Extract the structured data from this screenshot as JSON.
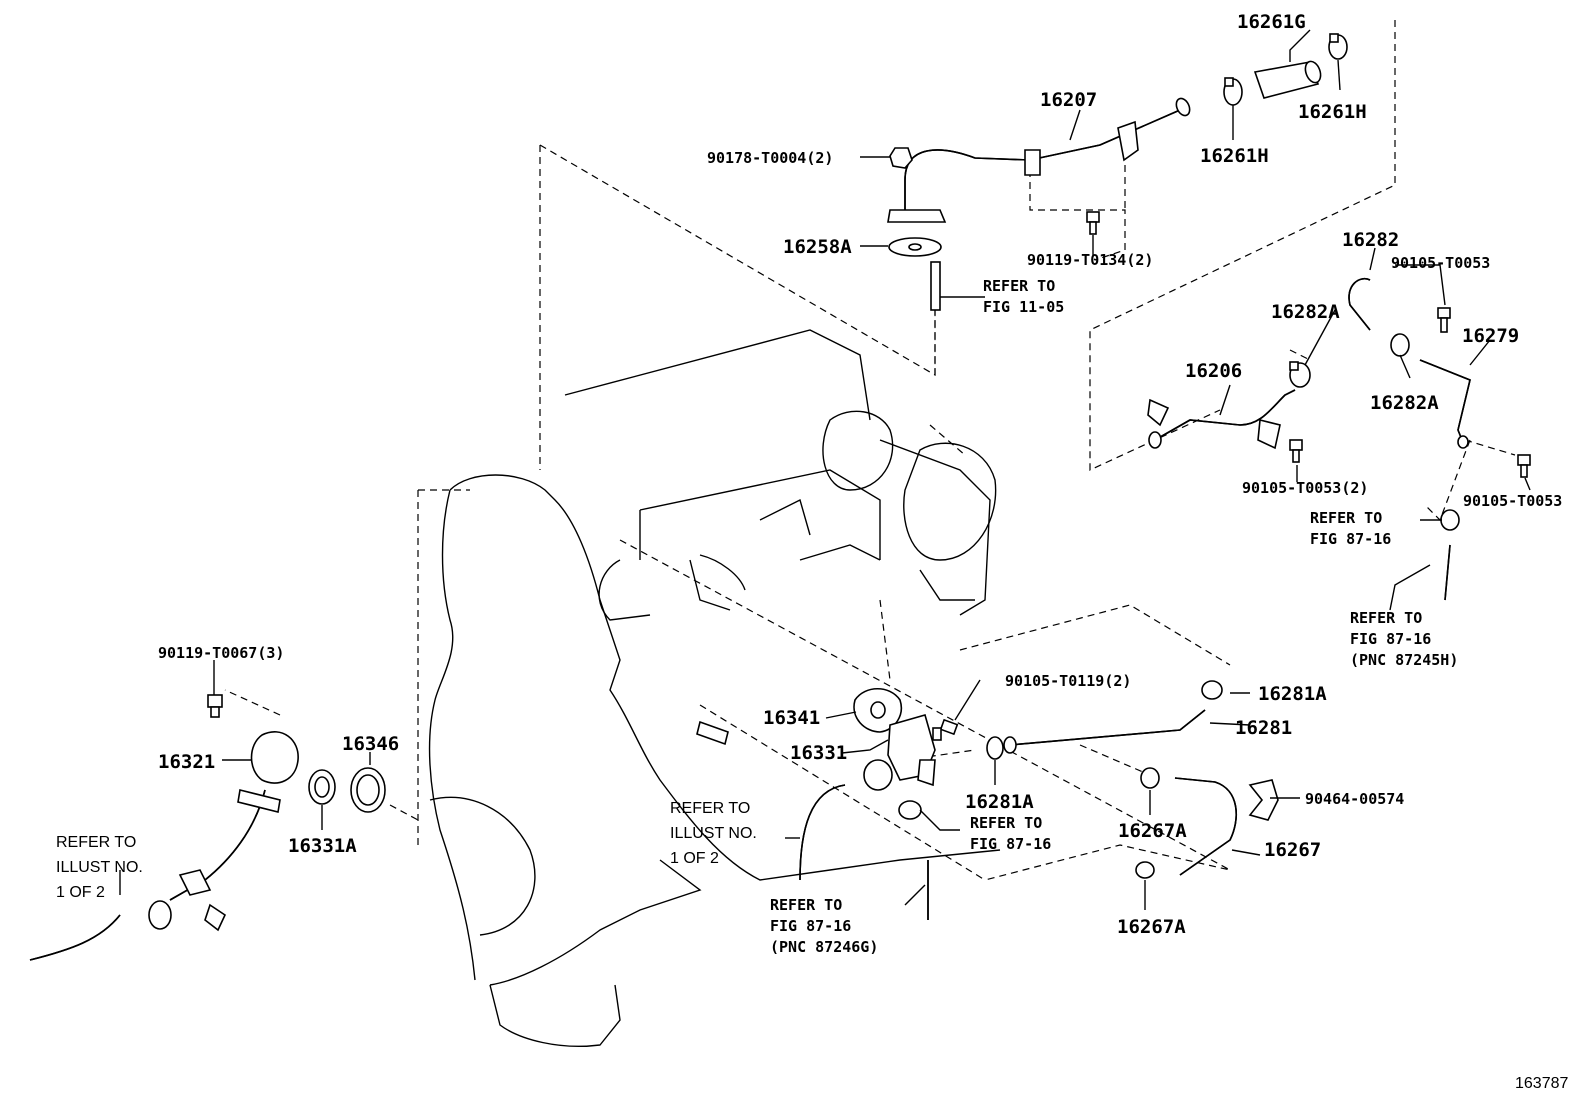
{
  "labels": {
    "p16261G": "16261G",
    "p16207": "16207",
    "p16261H_a": "16261H",
    "p16261H_b": "16261H",
    "p90178": "90178-T0004(2)",
    "p16258A": "16258A",
    "p90119_T0134": "90119-T0134(2)",
    "ref_fig1105_a": "REFER TO",
    "ref_fig1105_b": "FIG 11-05",
    "p16282": "16282",
    "p90105_T0053_top": "90105-T0053",
    "p16282A_a": "16282A",
    "p16279": "16279",
    "p16206": "16206",
    "p16282A_b": "16282A",
    "p90105_T0053_2": "90105-T0053(2)",
    "p90105_T0053_r": "90105-T0053",
    "ref_8716_a1": "REFER TO",
    "ref_8716_a2": "FIG 87-16",
    "ref_8716_b1": "REFER TO",
    "ref_8716_b2": "FIG 87-16",
    "ref_8716_b3": "(PNC 87245H)",
    "p90119_T0067": "90119-T0067(3)",
    "p16321": "16321",
    "p16346": "16346",
    "p16331A": "16331A",
    "ref_illust_l1": "REFER TO",
    "ref_illust_l2": "ILLUST NO.",
    "ref_illust_l3": "1 OF 2",
    "p16341": "16341",
    "p16331": "16331",
    "p90105_T0119": "90105-T0119(2)",
    "p16281A_a": "16281A",
    "p16281": "16281",
    "p16281A_b": "16281A",
    "ref_8716_c1": "REFER TO",
    "ref_8716_c2": "FIG 87-16",
    "ref_illust_m1": "REFER TO",
    "ref_illust_m2": "ILLUST NO.",
    "ref_illust_m3": "1 OF 2",
    "ref_8716_d1": "REFER TO",
    "ref_8716_d2": "FIG 87-16",
    "ref_8716_d3": "(PNC 87246G)",
    "p16267A_a": "16267A",
    "p16267": "16267",
    "p16267A_b": "16267A",
    "p90464": "90464-00574",
    "fig_number": "163787"
  },
  "colors": {
    "ink": "#000000",
    "paper": "#ffffff"
  }
}
